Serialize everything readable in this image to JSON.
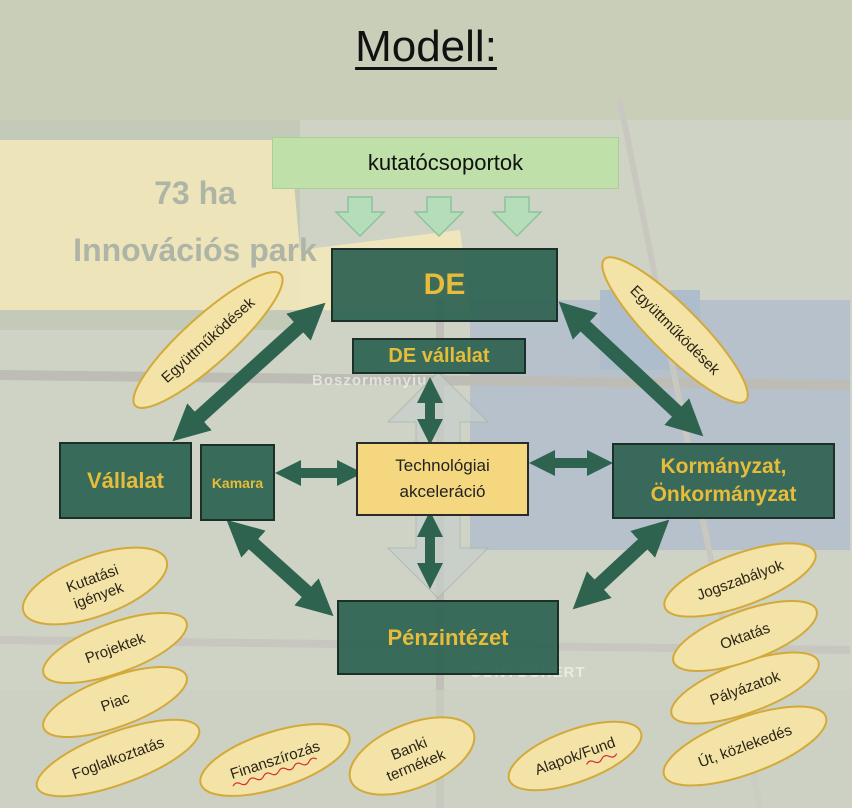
{
  "title": "Modell:",
  "park": {
    "line1": "73 ha",
    "line2": "Innovációs park"
  },
  "map_labels": {
    "street1": "Boszormenyiu",
    "street2": "CONTOCKERT"
  },
  "nodes": {
    "research_groups": "kutatócsoportok",
    "de": "DE",
    "de_company": "DE vállalat",
    "company": "Vállalat",
    "chamber": "Kamara",
    "tech_line1": "Technológiai",
    "tech_line2": "akceleráció",
    "gov_line1": "Kormányzat,",
    "gov_line2": "Önkormányzat",
    "finance": "Pénzintézet"
  },
  "ovals": {
    "cooperation_left": "Együttműködések",
    "cooperation_right": "Együttműködések",
    "research_needs_1": "Kutatási",
    "research_needs_2": "igények",
    "projects": "Projektek",
    "market": "Piac",
    "employment": "Foglalkoztatás",
    "financing": "Finanszírozás",
    "bank_1": "Banki",
    "bank_2": "termékek",
    "funds": "Alapok/Fund",
    "road": "Út, közlekedés",
    "tenders": "Pályázatok",
    "education": "Oktatás",
    "laws": "Jogszabályok"
  },
  "colors": {
    "teal": "#2c6250",
    "gold_text": "#e6bc3a",
    "yellow_fill": "#f4d77e",
    "green_box": "#bfe0a8",
    "oval_fill": "#f3e3a6",
    "oval_stroke": "#d3a93a",
    "arrow": "#2e6350"
  }
}
